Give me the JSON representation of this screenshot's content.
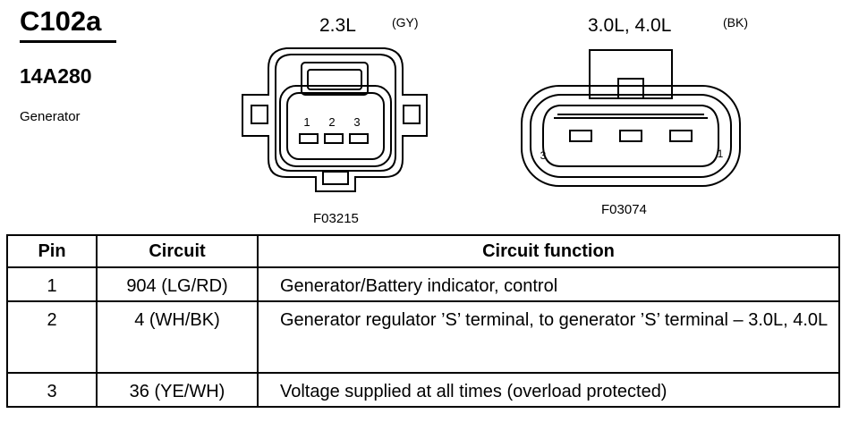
{
  "header": {
    "connector_id": "C102a",
    "part_number": "14A280",
    "component": "Generator"
  },
  "connectors": [
    {
      "engine": "2.3L",
      "color_code": "(GY)",
      "figure_code": "F03215",
      "pin_labels": [
        "1",
        "2",
        "3"
      ]
    },
    {
      "engine": "3.0L, 4.0L",
      "color_code": "(BK)",
      "figure_code": "F03074",
      "pin_labels": [
        "3",
        "1"
      ]
    }
  ],
  "table": {
    "headers": [
      "Pin",
      "Circuit",
      "Circuit function"
    ],
    "rows": [
      {
        "pin": "1",
        "circuit": "904 (LG/RD)",
        "function": "Generator/Battery indicator, control"
      },
      {
        "pin": "2",
        "circuit": "4 (WH/BK)",
        "function": "Generator regulator ’S’ terminal, to generator ’S’ terminal – 3.0L, 4.0L"
      },
      {
        "pin": "3",
        "circuit": "36 (YE/WH)",
        "function": "Voltage supplied at all times (overload protected)"
      }
    ]
  }
}
